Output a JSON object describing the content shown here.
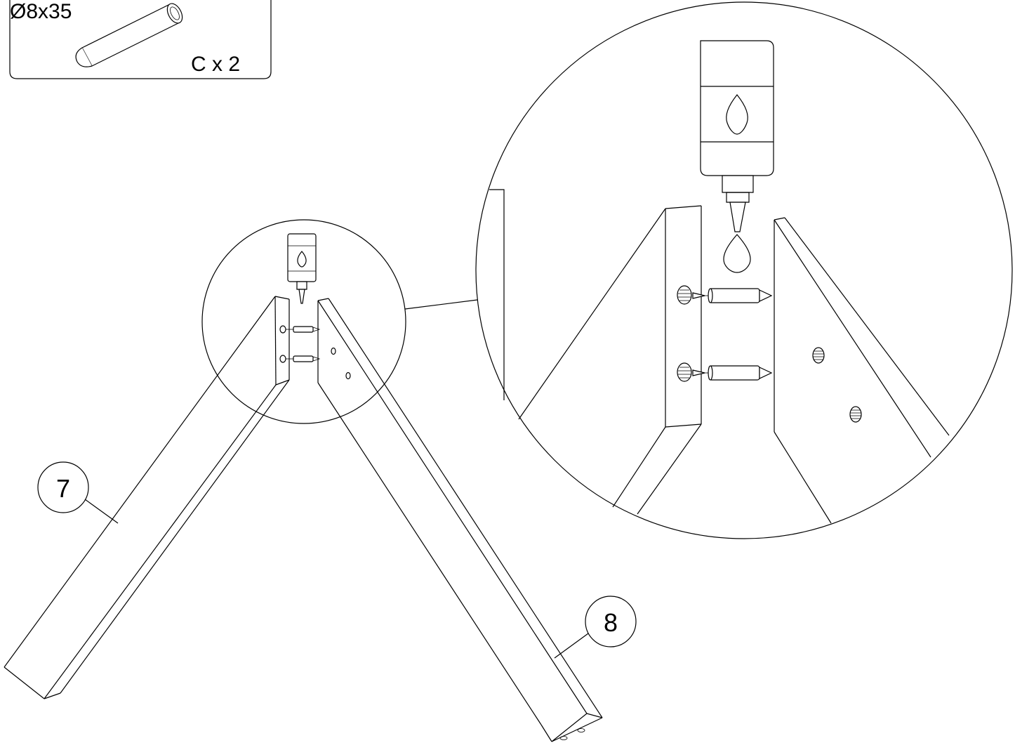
{
  "parts_box": {
    "size_label": "Ø8x35",
    "quantity_label": "C x 2"
  },
  "callouts": {
    "leg_left": "7",
    "leg_right": "8"
  },
  "icons": {
    "glue_bottle": "glue-bottle-icon",
    "glue_drop": "glue-drop-icon",
    "dowel": "dowel-icon"
  }
}
